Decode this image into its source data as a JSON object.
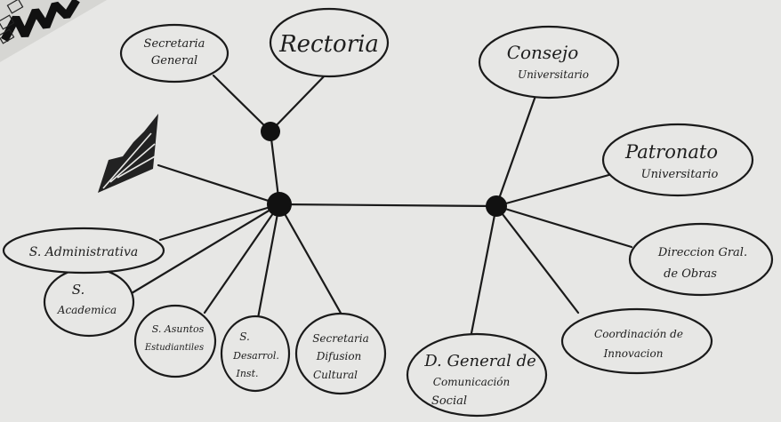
{
  "nodes": {
    "secretaria_general": [
      "Secretaria",
      "General"
    ],
    "rectoria": [
      "Rectoria"
    ],
    "consejo": [
      "Consejo",
      "Universitario"
    ],
    "patronato": [
      "Patronato",
      "Universitario"
    ],
    "direccion_obras": [
      "Direccion Gral.",
      "de Obras"
    ],
    "coordinacion": [
      "Coordinación de",
      "Innovacion"
    ],
    "d_general": [
      "D. General de",
      "Comunicación",
      "Social"
    ],
    "difusion": [
      "Secretaria",
      "Difusion",
      "Cultural"
    ],
    "desarrollo": [
      "S.",
      "Desarrol.",
      "Inst."
    ],
    "asuntos": [
      "S. Asuntos",
      "Estudiantiles"
    ],
    "academica": [
      "S.",
      "Academica"
    ],
    "administrativa": [
      "S. Administrativa"
    ]
  },
  "colors": {
    "ink": "#1a1a1a",
    "paper": "#e7e7e5"
  }
}
